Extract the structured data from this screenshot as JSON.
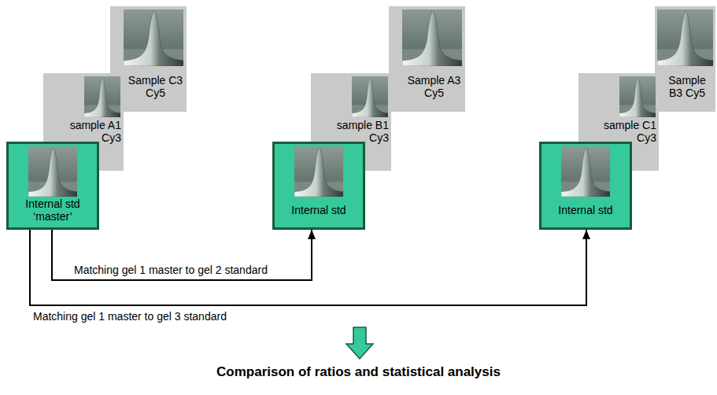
{
  "diagram": {
    "caption": "Comparison of ratios and statistical analysis",
    "nodes": [
      {
        "text": [
          "Sample C3 Cy5"
        ]
      },
      {
        "text": [
          "sample A1 Cy3"
        ]
      },
      {
        "text": [
          "Internal std ‘master’"
        ]
      },
      {
        "text": [
          "Sample A3 Cy5"
        ]
      },
      {
        "text": [
          "sample B1 Cy3"
        ]
      },
      {
        "text": [
          "Internal std"
        ]
      },
      {
        "text": [
          "Sample B3 Cy5"
        ]
      },
      {
        "text": [
          "sample C1 Cy3"
        ]
      },
      {
        "text": [
          "Internal std"
        ]
      }
    ],
    "edges": [
      {
        "from": 2,
        "to": 5,
        "arrow": "to",
        "label": "Matching gel 1 master to gel 2 standard"
      },
      {
        "from": 2,
        "to": 8,
        "arrow": "to",
        "label": "Matching gel 1 master to gel 3 standard"
      }
    ]
  }
}
